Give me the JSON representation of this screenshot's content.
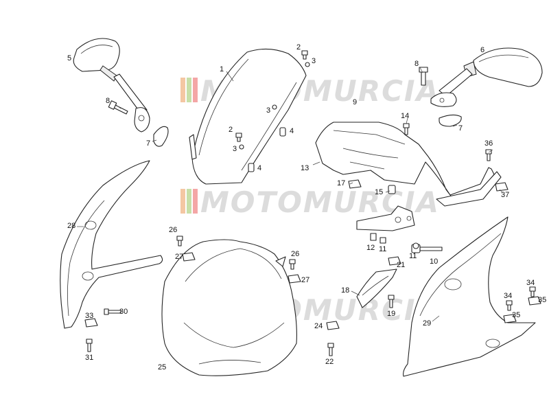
{
  "watermark": {
    "text": "MOTOMURCIA",
    "bar_colors": [
      "#f4c7a3",
      "#c8dfa8",
      "#f4a6a6",
      "#e2e2e2"
    ]
  },
  "callouts": [
    {
      "id": "c1",
      "label": "1"
    },
    {
      "id": "c2a",
      "label": "2"
    },
    {
      "id": "c3a",
      "label": "3"
    },
    {
      "id": "c2b",
      "label": "2"
    },
    {
      "id": "c3b",
      "label": "3"
    },
    {
      "id": "c3c",
      "label": "3"
    },
    {
      "id": "c4a",
      "label": "4"
    },
    {
      "id": "c4b",
      "label": "4"
    },
    {
      "id": "c5",
      "label": "5"
    },
    {
      "id": "c6",
      "label": "6"
    },
    {
      "id": "c7a",
      "label": "7"
    },
    {
      "id": "c7b",
      "label": "7"
    },
    {
      "id": "c8a",
      "label": "8"
    },
    {
      "id": "c8b",
      "label": "8"
    },
    {
      "id": "c9",
      "label": "9"
    },
    {
      "id": "c10",
      "label": "10"
    },
    {
      "id": "c11a",
      "label": "11"
    },
    {
      "id": "c11b",
      "label": "11"
    },
    {
      "id": "c12",
      "label": "12"
    },
    {
      "id": "c13",
      "label": "13"
    },
    {
      "id": "c14",
      "label": "14"
    },
    {
      "id": "c15",
      "label": "15"
    },
    {
      "id": "c17",
      "label": "17"
    },
    {
      "id": "c18",
      "label": "18"
    },
    {
      "id": "c19",
      "label": "19"
    },
    {
      "id": "c21",
      "label": "21"
    },
    {
      "id": "c22",
      "label": "22"
    },
    {
      "id": "c24",
      "label": "24"
    },
    {
      "id": "c25",
      "label": "25"
    },
    {
      "id": "c26a",
      "label": "26"
    },
    {
      "id": "c26b",
      "label": "26"
    },
    {
      "id": "c27a",
      "label": "27"
    },
    {
      "id": "c27b",
      "label": "27"
    },
    {
      "id": "c28",
      "label": "28"
    },
    {
      "id": "c29",
      "label": "29"
    },
    {
      "id": "c30",
      "label": "30"
    },
    {
      "id": "c31",
      "label": "31"
    },
    {
      "id": "c33",
      "label": "33"
    },
    {
      "id": "c34a",
      "label": "34"
    },
    {
      "id": "c34b",
      "label": "34"
    },
    {
      "id": "c35a",
      "label": "35"
    },
    {
      "id": "c35b",
      "label": "35"
    },
    {
      "id": "c36",
      "label": "36"
    },
    {
      "id": "c37",
      "label": "37"
    }
  ]
}
